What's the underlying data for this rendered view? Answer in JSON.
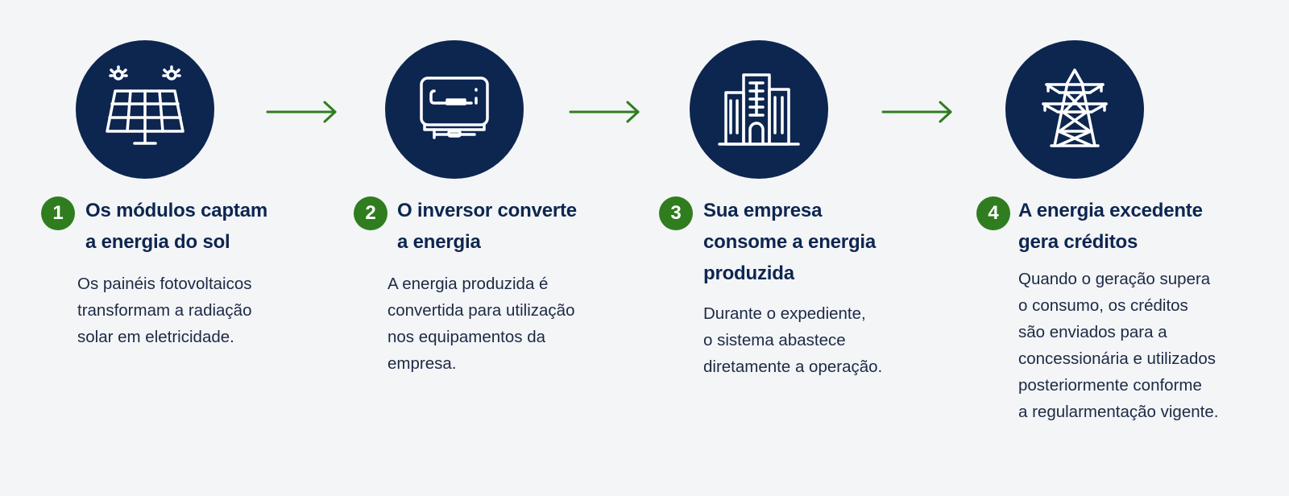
{
  "steps": [
    {
      "number": "1",
      "icon": "solar-panel-icon",
      "title": "Os módulos captam\n a energia do sol",
      "description": "Os painéis fotovoltaicos\ntransformam a radiação\nsolar em eletricidade."
    },
    {
      "number": "2",
      "icon": "inverter-icon",
      "title": "O inversor converte\n a energia",
      "description": "A energia produzida é\nconvertida para utilização\nnos equipamentos da\nempresa."
    },
    {
      "number": "3",
      "icon": "building-icon",
      "title": "Sua empresa\nconsome a energia\nproduzida",
      "description": "Durante o expediente,\no sistema abastece\ndiretamente a operação."
    },
    {
      "number": "4",
      "icon": "transmission-tower-icon",
      "title": "A energia excedente\ngera créditos",
      "description": "Quando o geração supera\no consumo, os créditos\nsão enviados para a\nconcessionária e utilizados\nposteriormente conforme\na regularmentação vigente."
    }
  ],
  "colors": {
    "background": "#f4f5f7",
    "navy": "#0d2650",
    "green": "#2f7d1e",
    "text": "#1c2a45"
  }
}
